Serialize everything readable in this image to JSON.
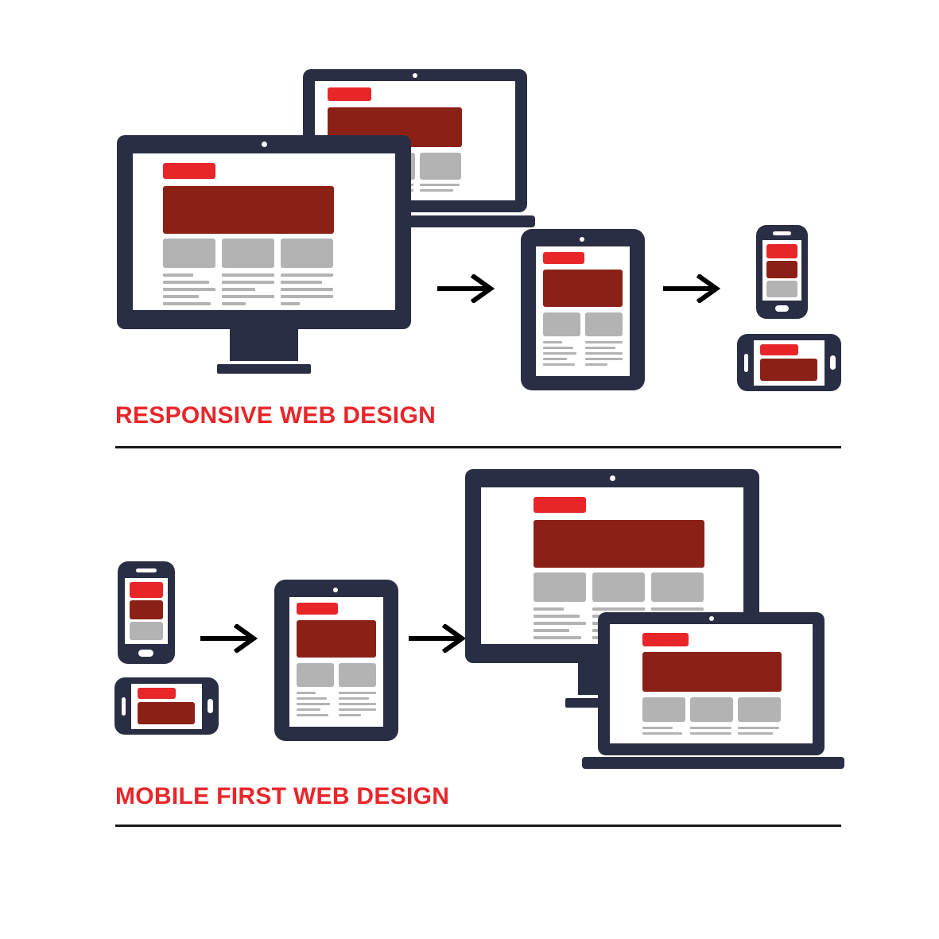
{
  "palette": {
    "navy": "#2a2e45",
    "red": "#e8262a",
    "dark_red": "#8b2116",
    "gray": "#b3b3b3",
    "white": "#ffffff",
    "rule": "#1a1a1a",
    "background": "#ffffff"
  },
  "sections": [
    {
      "id": "responsive-web-design",
      "title": "RESPONSIVE WEB DESIGN",
      "flow": [
        "desktop-monitor",
        "laptop",
        "arrow",
        "tablet",
        "arrow",
        "phone-portrait",
        "phone-landscape"
      ],
      "direction": "large-to-small"
    },
    {
      "id": "mobile-first-web-design",
      "title": "MOBILE FIRST WEB DESIGN",
      "flow": [
        "phone-portrait",
        "phone-landscape",
        "arrow",
        "tablet",
        "arrow",
        "desktop-monitor",
        "laptop"
      ],
      "direction": "small-to-large"
    }
  ],
  "devices": {
    "desktop_monitor": {
      "name": "desktop-monitor",
      "layout": {
        "navbar": 1,
        "hero": 1,
        "cards": 3,
        "text_columns": 3,
        "lines_per_column": 5
      }
    },
    "laptop": {
      "name": "laptop",
      "layout": {
        "navbar": 1,
        "hero": 1,
        "cards": 3,
        "text_columns": 3,
        "lines_per_column": 2
      }
    },
    "tablet": {
      "name": "tablet",
      "layout": {
        "navbar": 1,
        "hero": 1,
        "cards": 2,
        "text_columns": 2,
        "lines_per_column": 5
      }
    },
    "phone_portrait": {
      "name": "phone-portrait",
      "layout": {
        "navbar": 1,
        "hero": 1,
        "cards": 1,
        "text_columns": 0,
        "lines_per_column": 0
      }
    },
    "phone_landscape": {
      "name": "phone-landscape",
      "layout": {
        "navbar": 1,
        "hero": 1,
        "cards": 0,
        "text_columns": 0,
        "lines_per_column": 0
      }
    }
  },
  "arrows": {
    "glyph": "arrow-right",
    "count": 4,
    "color": "#000000"
  },
  "line_widths": {
    "monitor_col_a": [
      60,
      72,
      82,
      55,
      75
    ],
    "monitor_col_b": [
      72,
      72,
      50,
      72,
      42
    ],
    "monitor_col_c": [
      72,
      62,
      72,
      72,
      30
    ],
    "tablet_col_a": [
      38,
      52,
      52,
      45,
      52
    ],
    "tablet_col_b": [
      52,
      42,
      52,
      52,
      35
    ],
    "laptop_lines": [
      40,
      52
    ]
  }
}
